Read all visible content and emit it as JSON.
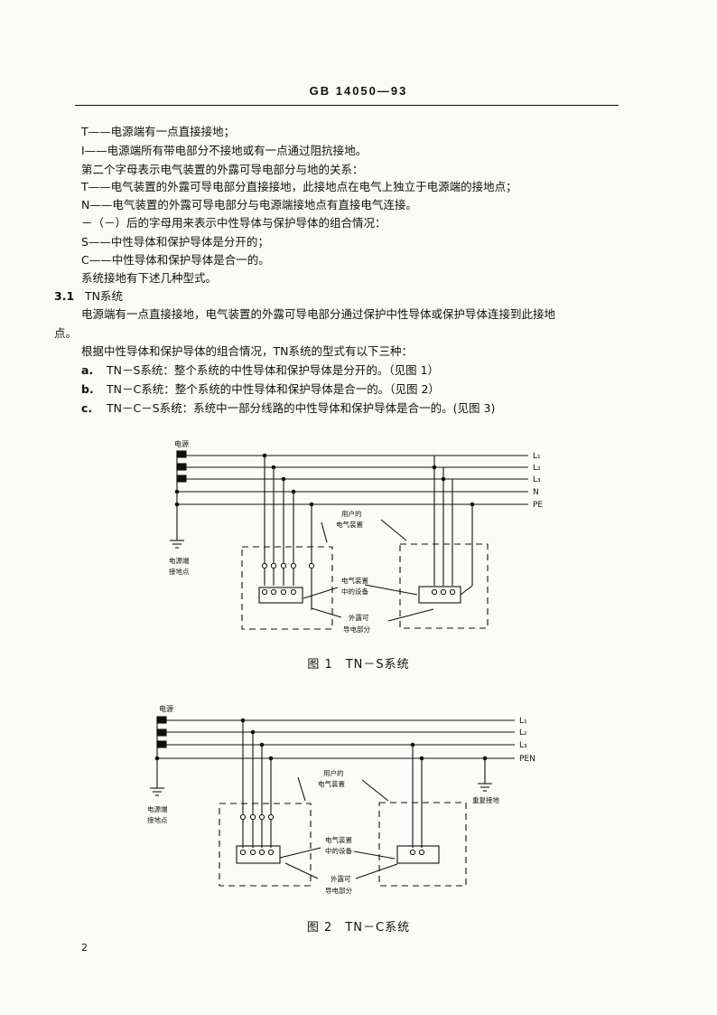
{
  "header": {
    "title": "GB 14050—93"
  },
  "body": {
    "lines": [
      "T——电源端有一点直接接地；",
      "I——电源端所有带电部分不接地或有一点通过阻抗接地。",
      "第二个字母表示电气装置的外露可导电部分与地的关系：",
      "T——电气装置的外露可导电部分直接接地，此接地点在电气上独立于电源端的接地点；",
      "N——电气装置的外露可导电部分与电源端接地点有直接电气连接。",
      "－（－）后的字母用来表示中性导体与保护导体的组合情况：",
      "S——中性导体和保护导体是分开的；",
      "C——中性导体和保护导体是合一的。",
      "系统接地有下述几种型式。"
    ],
    "section_num": "3.1",
    "section_title": "TN系统",
    "para1": "电源端有一点直接接地，电气装置的外露可导电部分通过保护中性导体或保护导体连接到此接地",
    "para1_cont": "点。",
    "para2": "根据中性导体和保护导体的组合情况，TN系统的型式有以下三种：",
    "items": [
      {
        "label": "a.",
        "text": "TN－S系统：整个系统的中性导体和保护导体是分开的。（见图 1）"
      },
      {
        "label": "b.",
        "text": "TN－C系统：整个系统的中性导体和保护导体是合一的。（见图 2）"
      },
      {
        "label": "c.",
        "text": "TN－C－S系统：系统中一部分线路的中性导体和保护导体是合一的。(见图 3)"
      }
    ]
  },
  "figure1": {
    "source": "电源",
    "lines": [
      "L₁",
      "L₂",
      "L₃",
      "N",
      "PE"
    ],
    "ground_label_1": "电源端",
    "ground_label_2": "接地点",
    "install_1": "用户的",
    "install_2": "电气装置",
    "equip_1": "电气装置",
    "equip_2": "中的设备",
    "exposed_1": "外露可",
    "exposed_2": "导电部分",
    "caption": "图 1　TN－S系统"
  },
  "figure2": {
    "source": "电源",
    "lines": [
      "L₁",
      "L₂",
      "L₃",
      "PEN"
    ],
    "ground_label_1": "电源端",
    "ground_label_2": "接地点",
    "install_1": "用户的",
    "install_2": "电气装置",
    "equip_1": "电气装置",
    "equip_2": "中的设备",
    "exposed_1": "外露可",
    "exposed_2": "导电部分",
    "repeat_ground": "重复接地",
    "caption": "图 2　TN－C系统"
  },
  "footer": {
    "page": "2"
  }
}
